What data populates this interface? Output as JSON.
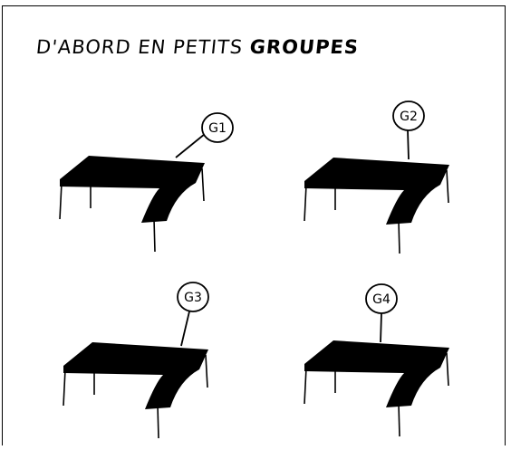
{
  "title": {
    "prefix": "D'ABORD EN PETITS",
    "emphasis": "GROUPES"
  },
  "groups": [
    {
      "label": "G1"
    },
    {
      "label": "G2"
    },
    {
      "label": "G3"
    },
    {
      "label": "G4"
    }
  ],
  "colors": {
    "ink": "#000000",
    "paper": "#ffffff"
  }
}
